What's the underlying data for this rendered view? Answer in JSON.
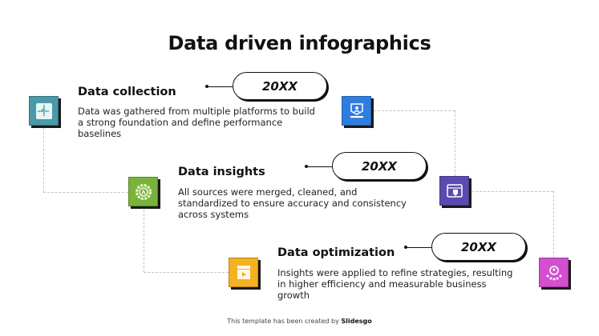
{
  "title": "Data driven infographics",
  "steps": [
    {
      "heading": "Data collection",
      "description": "Data was gathered from multiple platforms to build a strong foundation and define performance baselines",
      "year": "20XX",
      "icon": "puzzle-icon",
      "icon_color": "#4a9aa8"
    },
    {
      "heading": "Data insights",
      "description": "All sources were merged, cleaned, and standardized to ensure accuracy and consistency across systems",
      "year": "20XX",
      "icon": "gear-icon",
      "icon_color": "#7ab33a"
    },
    {
      "heading": "Data optimization",
      "description": "Insights were applied to refine strategies, resulting in higher efficiency and measurable business growth",
      "year": "20XX",
      "icon": "video-clapper-icon",
      "icon_color": "#f4b223"
    }
  ],
  "side_icons": [
    {
      "icon": "user-monitor-icon",
      "color": "#2f7de1"
    },
    {
      "icon": "browser-shield-icon",
      "color": "#5a4bb0"
    },
    {
      "icon": "user-network-icon",
      "color": "#d34fcf"
    }
  ],
  "footer": {
    "prefix": "This template has been created by ",
    "brand": "Slidesgo"
  }
}
